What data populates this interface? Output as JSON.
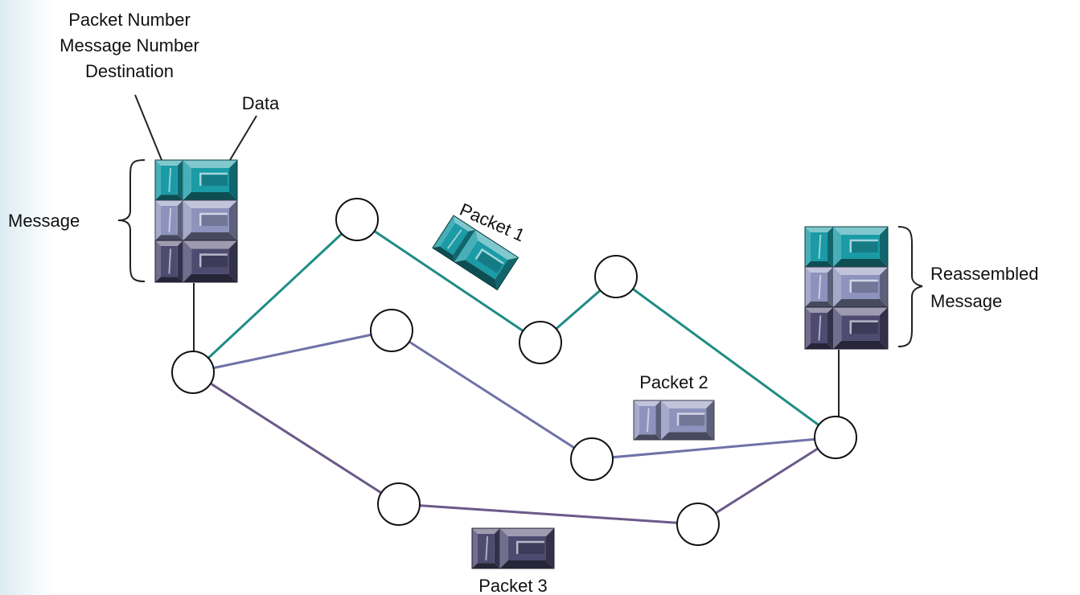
{
  "header_labels": {
    "line1": "Packet Number",
    "line2": "Message Number",
    "line3": "Destination",
    "data": "Data"
  },
  "message_label": "Message",
  "reassembled_label": {
    "line1": "Reassembled",
    "line2": "Message"
  },
  "packets": [
    {
      "name": "packet-1",
      "label": "Packet 1",
      "color": "#1a9ba6"
    },
    {
      "name": "packet-2",
      "label": "Packet 2",
      "color": "#8e93bd"
    },
    {
      "name": "packet-3",
      "label": "Packet 3",
      "color": "#4e4a70"
    }
  ],
  "route_colors": {
    "packet_1": "#1f8c86",
    "packet_2": "#6f72a8",
    "packet_3": "#6c5a8a",
    "connector": "#222222"
  },
  "nodes": [
    {
      "id": "source"
    },
    {
      "id": "upper-1"
    },
    {
      "id": "upper-2"
    },
    {
      "id": "upper-3"
    },
    {
      "id": "middle-1"
    },
    {
      "id": "middle-2"
    },
    {
      "id": "lower-1"
    },
    {
      "id": "lower-2"
    },
    {
      "id": "destination"
    }
  ]
}
